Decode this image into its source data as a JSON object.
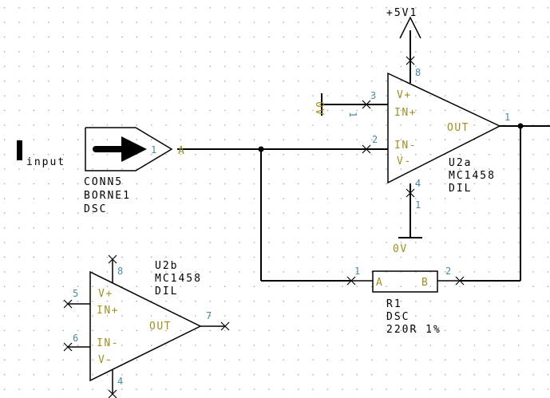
{
  "colors": {
    "background": "#ffffff",
    "grid_dot": "#9a9a9a",
    "wire": "#000000",
    "pin_number": "#4a8aa0",
    "pin_name": "#a09020",
    "label": "#000000"
  },
  "input_label": "input",
  "connector": {
    "refdes": "CONN5",
    "value": "BORNE1",
    "footprint": "DSC",
    "pin_number": "1",
    "pin_name": "A"
  },
  "power_top": {
    "label": "+5V1"
  },
  "power_ground": {
    "label": "0V"
  },
  "power_side": {
    "label": "0V"
  },
  "u2a": {
    "refdes": "U2a",
    "value": "MC1458",
    "footprint": "DIL",
    "pin_vplus_name": "V+",
    "pin_inplus_name": "IN+",
    "pin_inminus_name": "IN-",
    "pin_vminus_name": "V-",
    "pin_out_name": "OUT",
    "pin_8": "8",
    "pin_3": "3",
    "pin_3_bottom": "1",
    "pin_2": "2",
    "pin_4": "4",
    "pin_4_bottom": "1",
    "pin_1": "1"
  },
  "u2b": {
    "refdes": "U2b",
    "value": "MC1458",
    "footprint": "DIL",
    "pin_vplus_name": "V+",
    "pin_inplus_name": "IN+",
    "pin_inminus_name": "IN-",
    "pin_vminus_name": "V-",
    "pin_out_name": "OUT",
    "pin_8": "8",
    "pin_5": "5",
    "pin_6": "6",
    "pin_4": "4",
    "pin_7": "7"
  },
  "r1": {
    "refdes": "R1",
    "footprint": "DSC",
    "value": "220R 1%",
    "pin_a_name": "A",
    "pin_b_name": "B",
    "pin_1": "1",
    "pin_2": "2"
  }
}
